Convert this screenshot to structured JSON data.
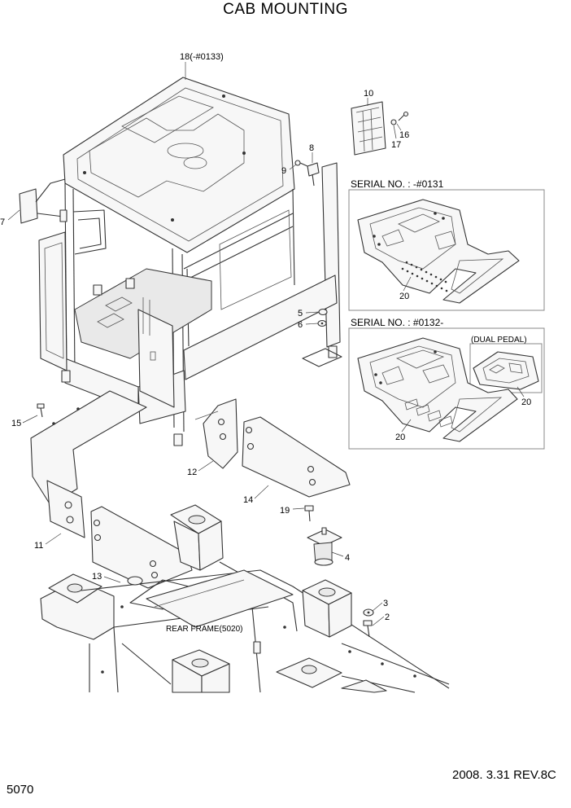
{
  "title": "CAB MOUNTING",
  "page_number": "5070",
  "revision": "2008. 3.31  REV.8C",
  "callouts": [
    {
      "id": "c18",
      "label": "18(-#0133)"
    },
    {
      "id": "c10",
      "label": "10"
    },
    {
      "id": "c16",
      "label": "16"
    },
    {
      "id": "c17",
      "label": "17"
    },
    {
      "id": "c8",
      "label": "8"
    },
    {
      "id": "c9",
      "label": "9"
    },
    {
      "id": "c7",
      "label": "7"
    },
    {
      "id": "c5",
      "label": "5"
    },
    {
      "id": "c6",
      "label": "6"
    },
    {
      "id": "c15",
      "label": "15"
    },
    {
      "id": "c12",
      "label": "12"
    },
    {
      "id": "c14",
      "label": "14"
    },
    {
      "id": "c19",
      "label": "19"
    },
    {
      "id": "c4",
      "label": "4"
    },
    {
      "id": "c11",
      "label": "11"
    },
    {
      "id": "c13",
      "label": "13"
    },
    {
      "id": "c3",
      "label": "3"
    },
    {
      "id": "c2",
      "label": "2"
    }
  ],
  "frame_label": "REAR FRAME(5020)",
  "inset_a": {
    "heading": "SERIAL NO. : -#0131",
    "part": "20"
  },
  "inset_b": {
    "heading": "SERIAL NO. : #0132-",
    "sub_label": "(DUAL PEDAL)",
    "part_main": "20",
    "part_dual": "20"
  }
}
